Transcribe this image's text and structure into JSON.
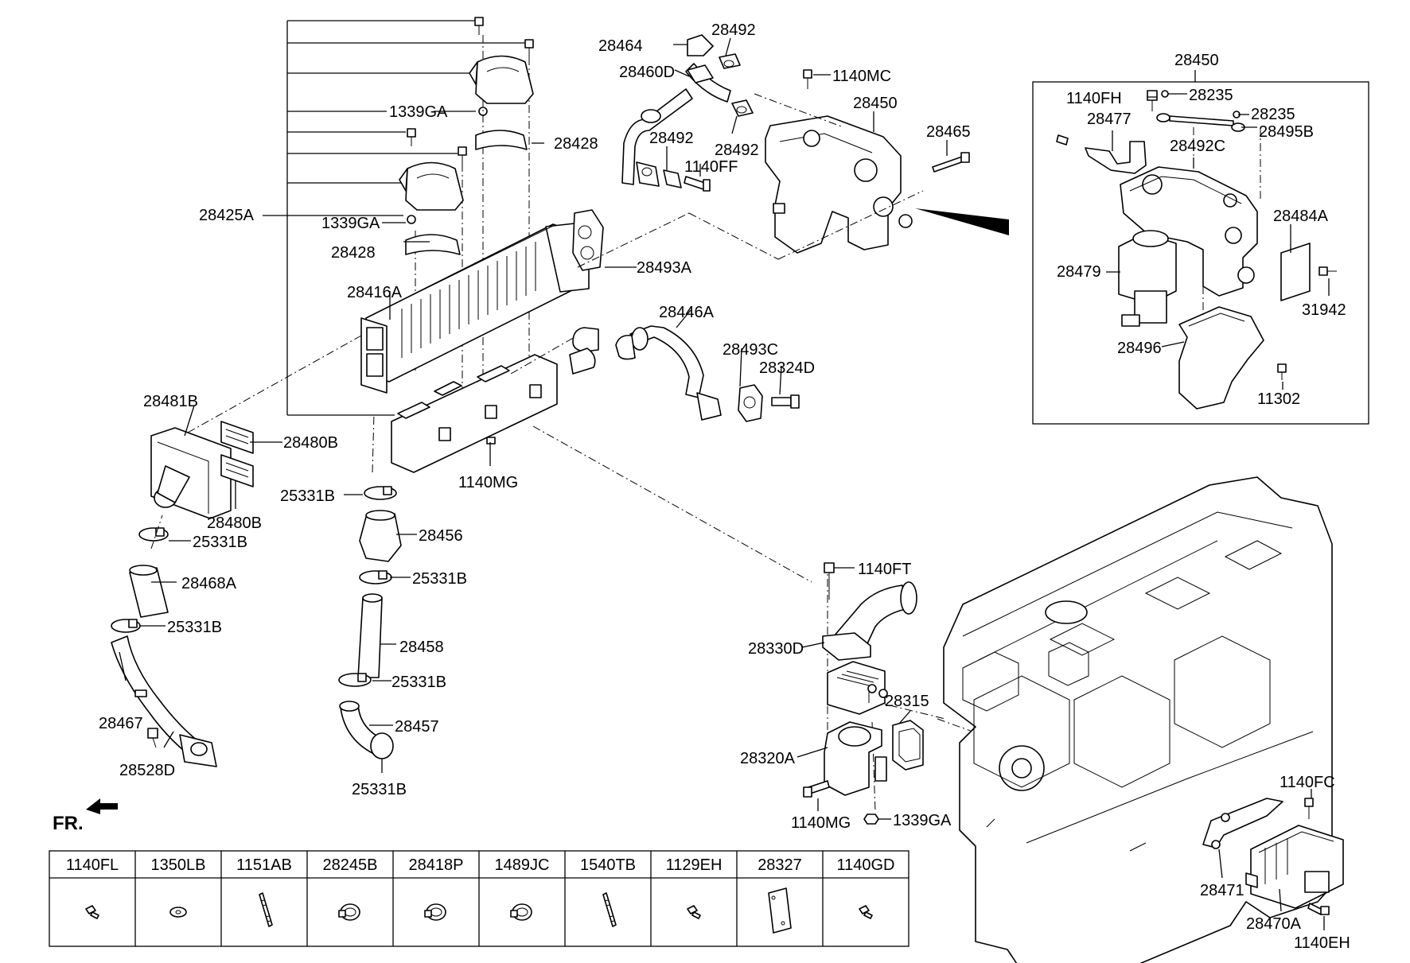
{
  "labels": {
    "l28425A": "28425A",
    "l1339GA_a": "1339GA",
    "l1339GA_b": "1339GA",
    "l1339GA_c": "1339GA",
    "l28428_a": "28428",
    "l28428_b": "28428",
    "l28416A": "28416A",
    "l28493A": "28493A",
    "l28446A": "28446A",
    "l28493C": "28493C",
    "l28324D": "28324D",
    "l1140MG_a": "1140MG",
    "l1140MG_b": "1140MG",
    "l28481B": "28481B",
    "l28480B_a": "28480B",
    "l28480B_b": "28480B",
    "l25331B_1": "25331B",
    "l25331B_2": "25331B",
    "l25331B_3": "25331B",
    "l25331B_4": "25331B",
    "l25331B_5": "25331B",
    "l25331B_6": "25331B",
    "l28468A": "28468A",
    "l28467": "28467",
    "l28528D": "28528D",
    "l28456": "28456",
    "l28458": "28458",
    "l28457": "28457",
    "l28464": "28464",
    "l28492_a": "28492",
    "l28492_b": "28492",
    "l28492_c": "28492",
    "l28460D": "28460D",
    "l1140MC": "1140MC",
    "l28450_a": "28450",
    "l28450_b": "28450",
    "l28465": "28465",
    "l1140FF": "1140FF",
    "l1140FT": "1140FT",
    "l28330D": "28330D",
    "l28315": "28315",
    "l28320A": "28320A",
    "l1140FC": "1140FC",
    "l28471": "28471",
    "l28470A": "28470A",
    "l1140EH": "1140EH",
    "l1140FH": "1140FH",
    "l28235_a": "28235",
    "l28235_b": "28235",
    "l28477": "28477",
    "l28495B": "28495B",
    "l28492C": "28492C",
    "l28484A": "28484A",
    "l28479": "28479",
    "l31942": "31942",
    "l28496": "28496",
    "l11302": "11302",
    "fr": "FR."
  },
  "table": {
    "headers": [
      "1140FL",
      "1350LB",
      "1151AB",
      "28245B",
      "28418P",
      "1489JC",
      "1540TB",
      "1129EH",
      "28327",
      "1140GD"
    ],
    "icons": [
      "bolt-icon",
      "washer-icon",
      "stud-icon",
      "clamp-icon",
      "clamp-icon",
      "clamp-icon",
      "stud-icon",
      "bolt-icon",
      "gasket-icon",
      "bolt-icon"
    ]
  }
}
